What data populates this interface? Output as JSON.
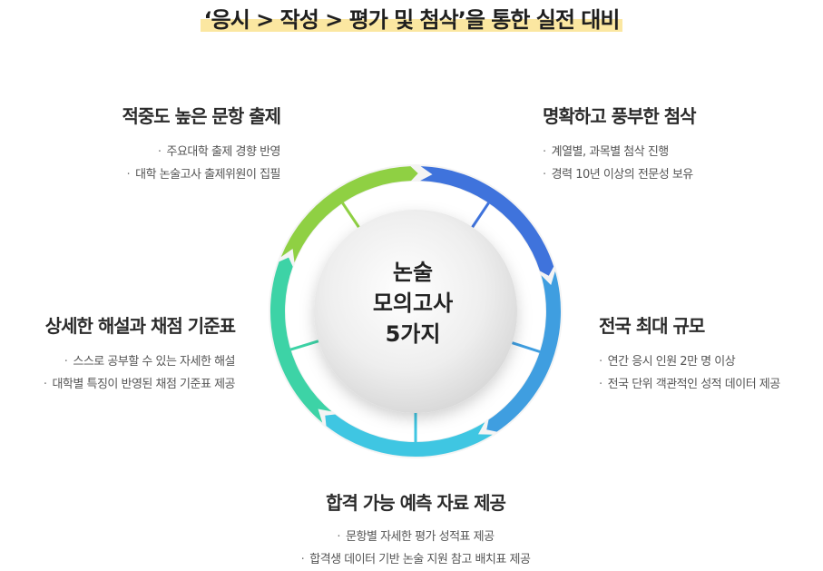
{
  "title": "‘응시 > 작성 > 평가 및 첨삭’을 통한 실전 대비",
  "center": {
    "line1": "논술",
    "line2": "모의고사",
    "line3": "5가지"
  },
  "features": {
    "top_left": {
      "heading": "적중도 높은 문항 출제",
      "items": [
        "주요대학 출제 경향 반영",
        "대학 논술고사 출제위원이 집필"
      ]
    },
    "top_right": {
      "heading": "명확하고 풍부한 첨삭",
      "items": [
        "계열별, 과목별 첨삭 진행",
        "경력 10년 이상의 전문성 보유"
      ]
    },
    "middle_left": {
      "heading": "상세한 해설과 채점 기준표",
      "items": [
        "스스로 공부할 수 있는 자세한 해설",
        "대학별 특징이 반영된 채점 기준표 제공"
      ]
    },
    "middle_right": {
      "heading": "전국 최대 규모",
      "items": [
        "연간 응시 인원 2만 명 이상",
        "전국 단위 객관적인 성적 데이터 제공"
      ]
    },
    "bottom": {
      "heading": "합격 가능 예측 자료 제공",
      "items": [
        "문항별 자세한 평가 성적표 제공",
        "합격생 데이터 기반 논술 지원 참고 배치표 제공"
      ]
    }
  },
  "colors": {
    "segment_blue": "#3f73dc",
    "segment_lightblue": "#3f9ee0",
    "segment_cyan": "#3fc6e2",
    "segment_teal": "#3dd3a6",
    "segment_green": "#8fd043"
  }
}
